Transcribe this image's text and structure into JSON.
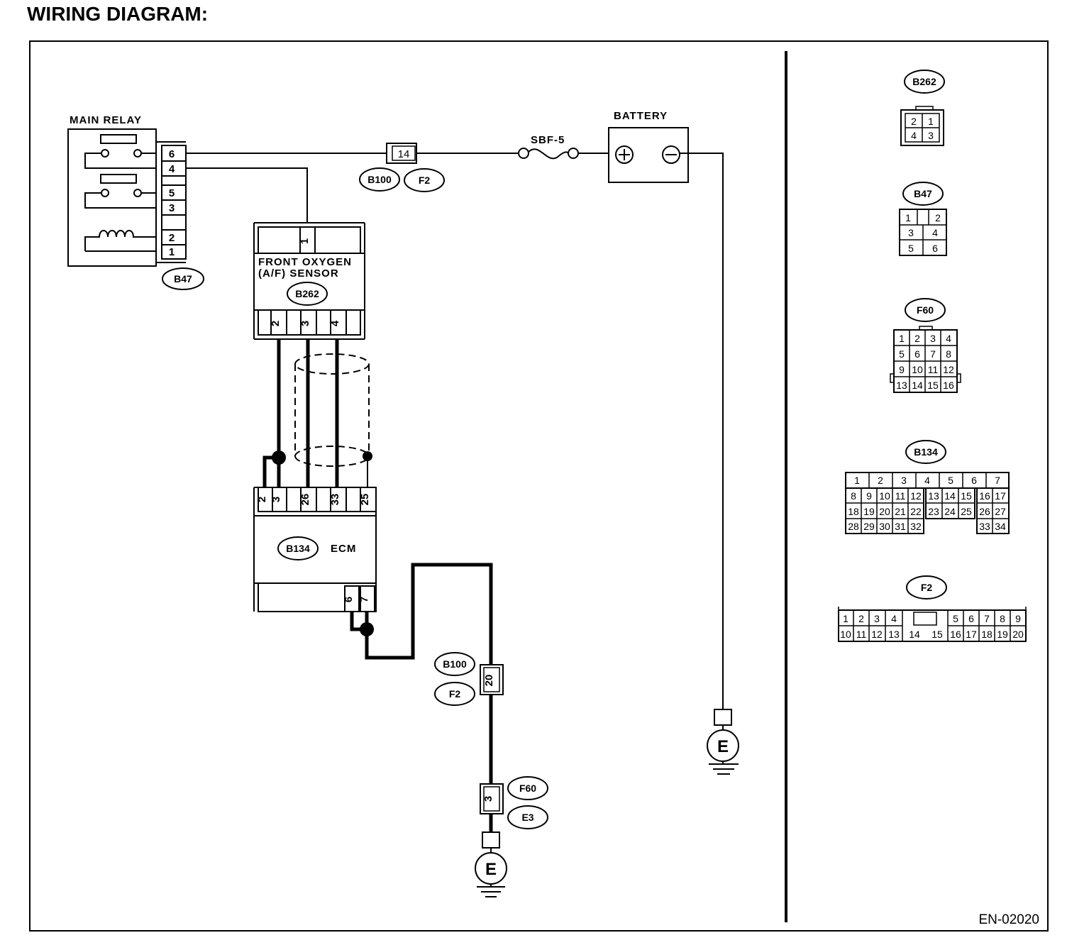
{
  "title": "WIRING DIAGRAM:",
  "doc_code": "EN-02020",
  "components": {
    "main_relay": {
      "label": "MAIN RELAY",
      "connector": "B47",
      "pins": [
        "6",
        "4",
        "5",
        "3",
        "2",
        "1"
      ]
    },
    "battery": {
      "label": "BATTERY",
      "plus": "⊕",
      "minus": "⊖"
    },
    "fuse": {
      "label": "SBF-5"
    },
    "junction_top": {
      "pin": "14",
      "connectors": [
        "B100",
        "F2"
      ]
    },
    "af_sensor": {
      "label_line1": "FRONT OXYGEN",
      "label_line2": "(A/F) SENSOR",
      "connector": "B262",
      "top_pin": "1",
      "bottom_pins": [
        "2",
        "3",
        "4"
      ]
    },
    "ecm": {
      "label": "ECM",
      "connector": "B134",
      "top_pins": [
        "2",
        "3",
        "26",
        "33",
        "25"
      ],
      "bottom_pins": [
        "6",
        "7"
      ]
    },
    "junction_mid": {
      "pin": "20",
      "connectors": [
        "B100",
        "F2"
      ]
    },
    "junction_low": {
      "pin": "3",
      "connectors": [
        "F60",
        "E3"
      ]
    },
    "ground": {
      "symbol": "E"
    }
  },
  "connector_views": {
    "b262": {
      "name": "B262",
      "rows": [
        [
          "2",
          "1"
        ],
        [
          "4",
          "3"
        ]
      ]
    },
    "b47": {
      "name": "B47",
      "rows": [
        [
          "1",
          "2"
        ],
        [
          "3",
          "4"
        ],
        [
          "5",
          "6"
        ]
      ]
    },
    "f60": {
      "name": "F60",
      "rows": [
        [
          "1",
          "2",
          "3",
          "4"
        ],
        [
          "5",
          "6",
          "7",
          "8"
        ],
        [
          "9",
          "10",
          "11",
          "12"
        ],
        [
          "13",
          "14",
          "15",
          "16"
        ]
      ]
    },
    "b134": {
      "name": "B134",
      "row1": [
        "1",
        "2",
        "3",
        "4",
        "5",
        "6",
        "7"
      ],
      "row2": [
        "8",
        "9",
        "10",
        "11",
        "12",
        "13",
        "14",
        "15",
        "16",
        "17"
      ],
      "row3": [
        "18",
        "19",
        "20",
        "21",
        "22",
        "23",
        "24",
        "25",
        "26",
        "27"
      ],
      "row4a": [
        "28",
        "29",
        "30",
        "31",
        "32"
      ],
      "row4b": [
        "33",
        "34"
      ]
    },
    "f2": {
      "name": "F2",
      "row1a": [
        "1",
        "2",
        "3",
        "4"
      ],
      "row1b": [
        "5",
        "6",
        "7",
        "8",
        "9"
      ],
      "row2a": [
        "10",
        "11",
        "12",
        "13"
      ],
      "row2mid": [
        "14",
        "15"
      ],
      "row2b": [
        "16",
        "17",
        "18",
        "19",
        "20"
      ]
    }
  }
}
